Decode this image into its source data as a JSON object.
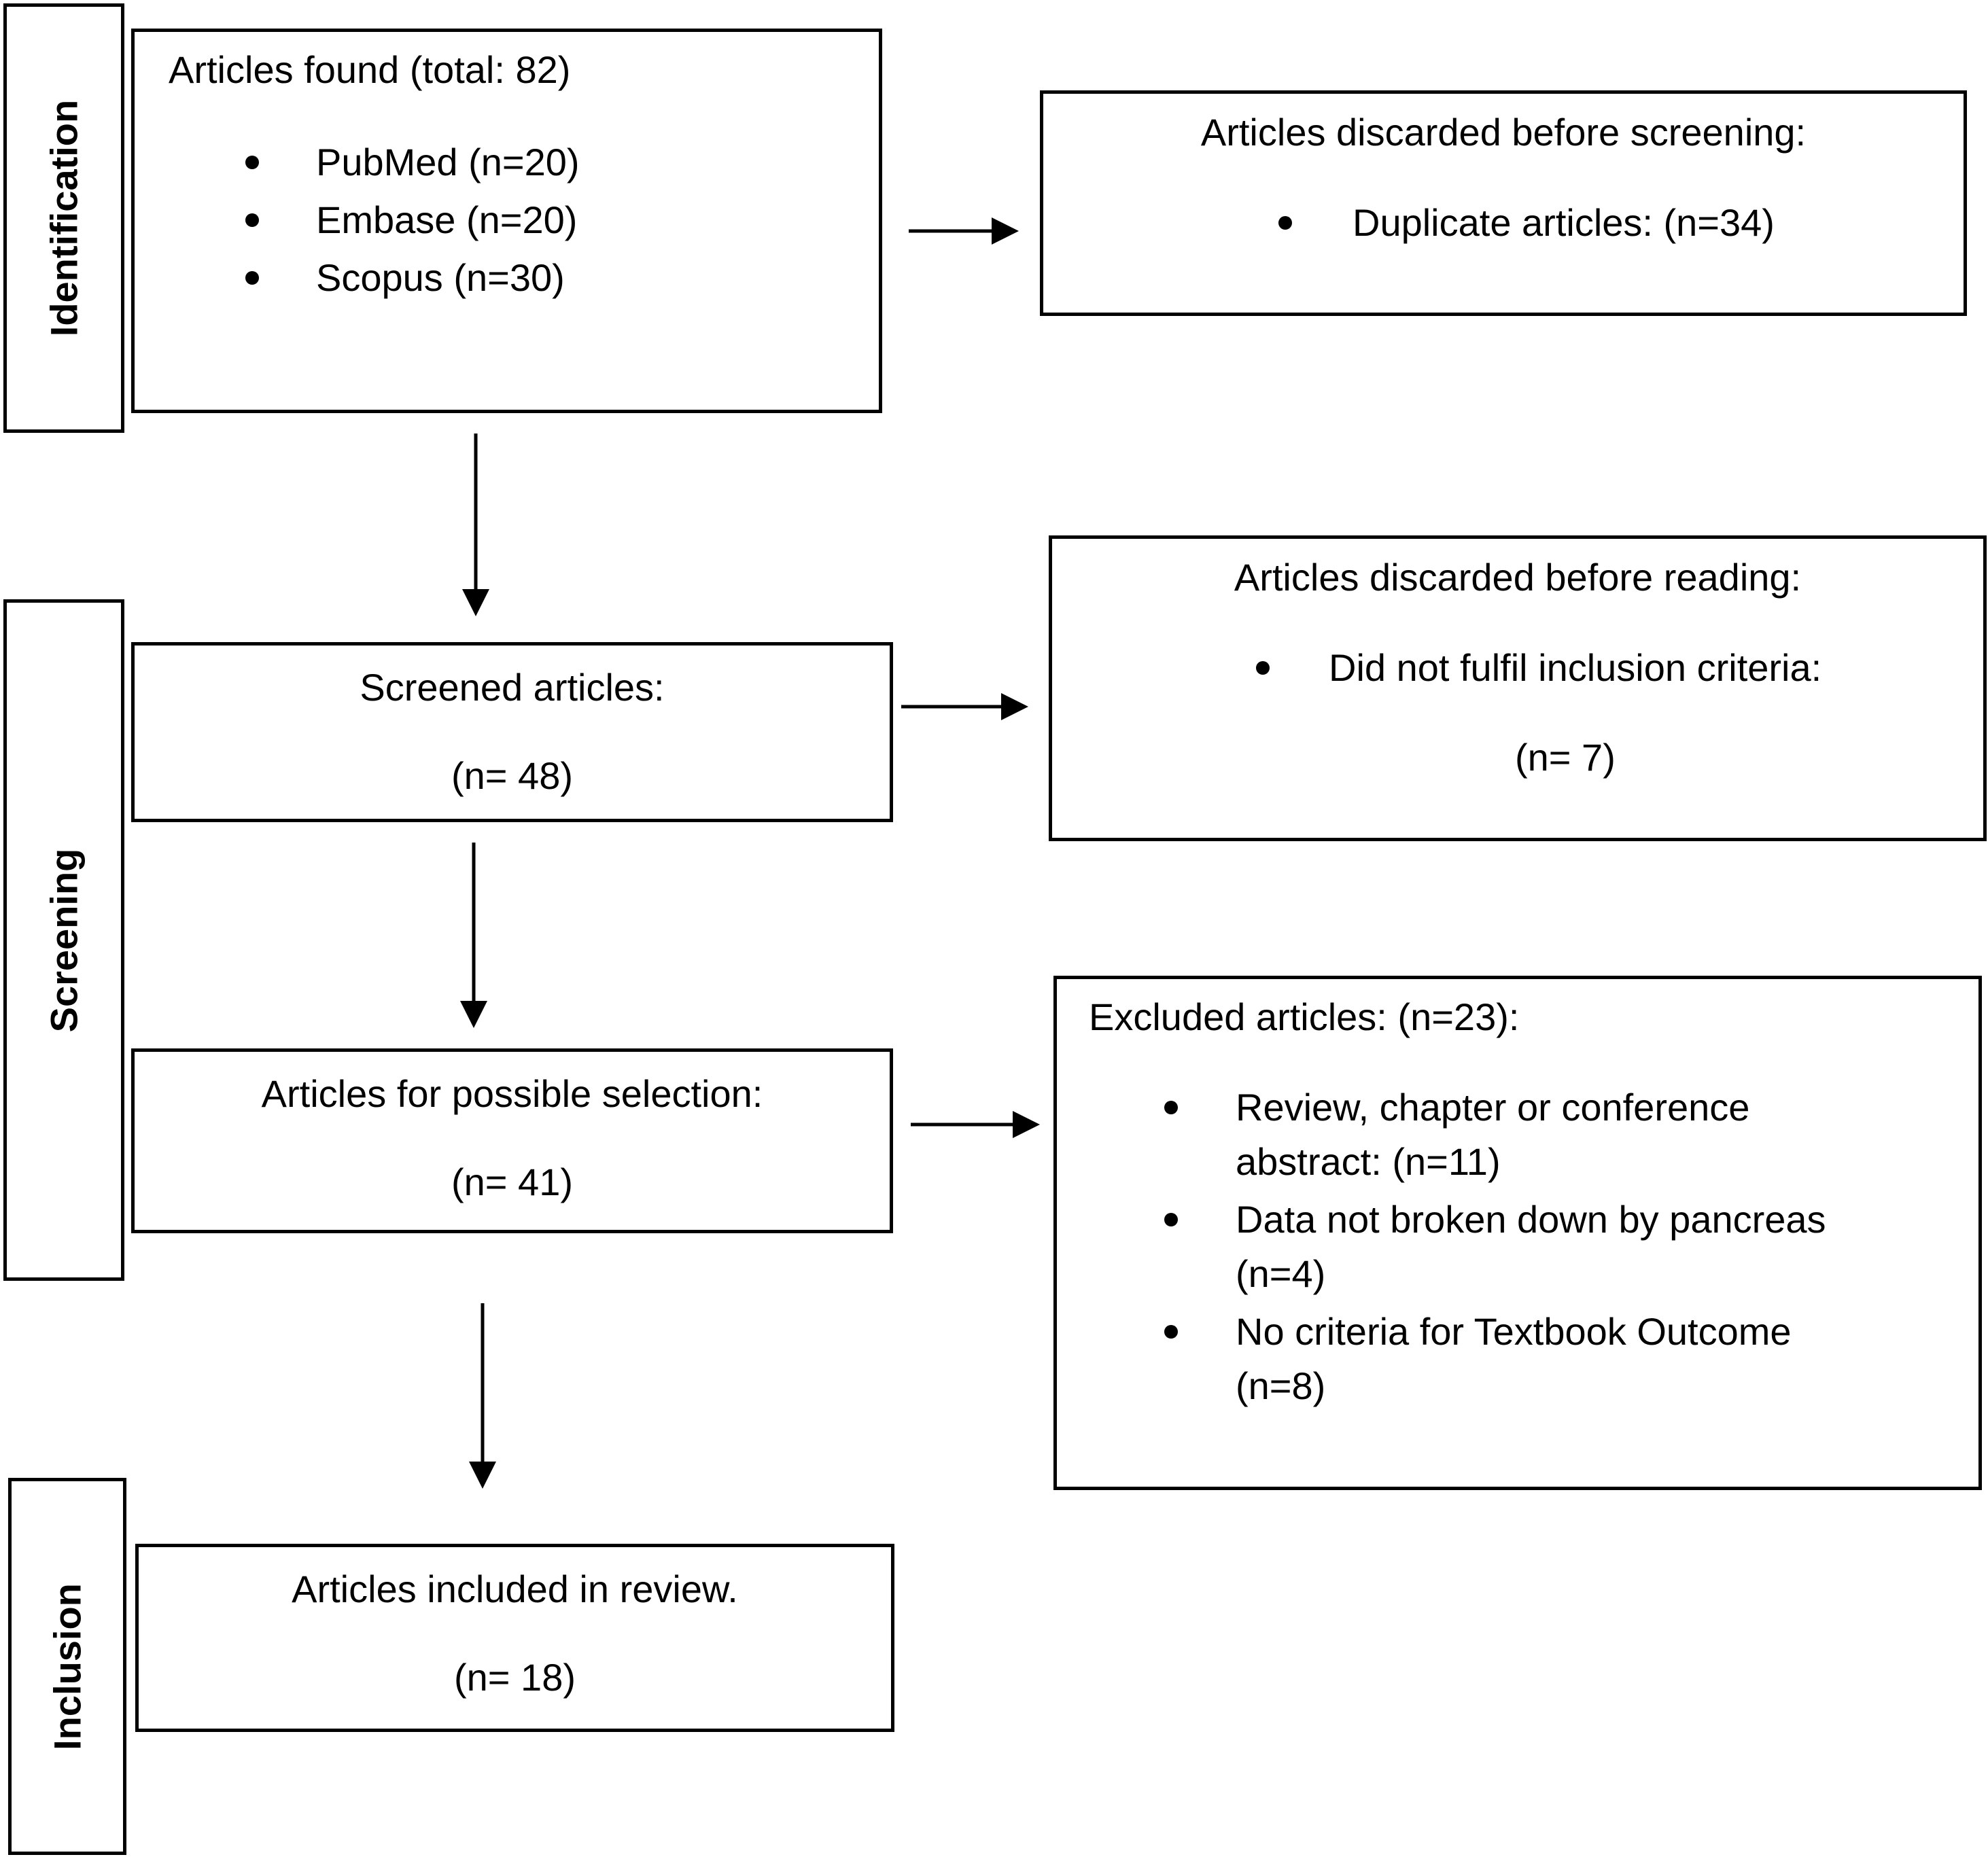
{
  "stages": {
    "identification": "Identification",
    "screening": "Screening",
    "inclusion": "Inclusion"
  },
  "found": {
    "title": "Articles found (total: 82)",
    "items": [
      "PubMed (n=20)",
      "Embase (n=20)",
      "Scopus (n=30)"
    ]
  },
  "discarded_screening": {
    "title": "Articles discarded before screening:",
    "items": [
      "Duplicate articles: (n=34)"
    ]
  },
  "screened": {
    "title": "Screened articles:",
    "count": "(n= 48)"
  },
  "discarded_reading": {
    "title": "Articles discarded before reading:",
    "items": [
      "Did not fulfil inclusion criteria:"
    ],
    "count": "(n= 7)"
  },
  "possible": {
    "title": "Articles for possible selection:",
    "count": "(n= 41)"
  },
  "excluded": {
    "title": "Excluded articles: (n=23):",
    "items": [
      [
        "Review, chapter or conference",
        "abstract: (n=11)"
      ],
      [
        "Data not broken down by pancreas",
        "(n=4)"
      ],
      [
        "No criteria for Textbook  Outcome",
        "(n=8)"
      ]
    ]
  },
  "included": {
    "title": "Articles included in review.",
    "count": "(n= 18)"
  }
}
